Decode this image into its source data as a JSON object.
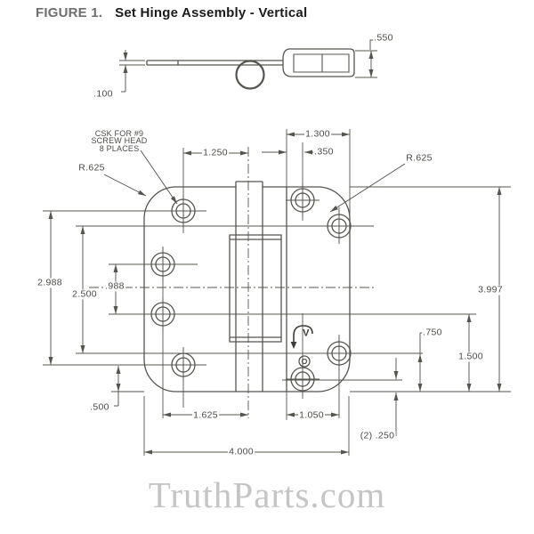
{
  "figure": {
    "label": "FIGURE 1.",
    "title": "Set Hinge Assembly - Vertical"
  },
  "watermark": "TruthParts.com",
  "note": {
    "line1": "CSK FOR #9",
    "line2": "SCREW HEAD",
    "line3": "8 PLACES"
  },
  "rotation_symbol": "V",
  "colors": {
    "line": "#56544f",
    "text": "#4a4a46",
    "title": "#1b1b1b",
    "figure_label": "#6e6e6e",
    "watermark": "#c5c5c5"
  },
  "side_view": {
    "leaf_thickness": ".100",
    "channel_height": ".550"
  },
  "plan_view": {
    "overall_width": "4.000",
    "overall_height": "3.997",
    "right_leaf_width": "1.300",
    "hole_to_pin_center": "1.250",
    "edge_to_hole": ".350",
    "corner_radius_left": "R.625",
    "corner_radius_right": "R.625",
    "outer_holes_span": "2.988",
    "right_holes_span": "2.500",
    "mid_holes_span": ".988",
    "hole_to_bottom_edge": ".500",
    "lower_hole_to_bottom": ".750",
    "mid_hole_to_bottom": "1.500",
    "edge_offset_two_places": "(2) .250",
    "mid_holes_to_pin": "1.625",
    "edge_to_hole_column": "1.050"
  }
}
